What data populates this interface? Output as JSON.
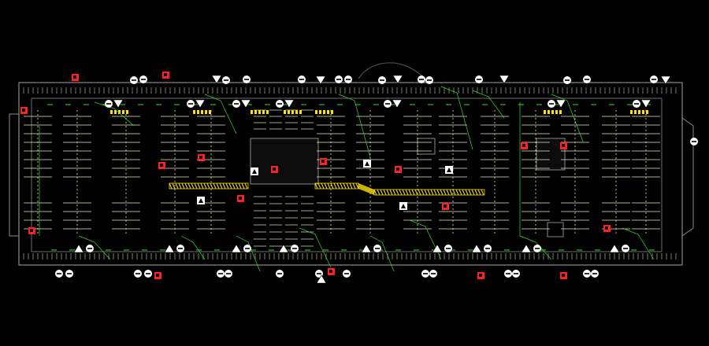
{
  "drawing": {
    "type": "parking-garage-plan",
    "background": "#000000",
    "colors": {
      "outline": "#8a8a8a",
      "stall": "#e8e8c8",
      "route": "#ffe000",
      "annotation": "#33dd33",
      "fire": "#ff2020",
      "sign_white": "#ffffff",
      "sign_text": "#000000"
    },
    "parking_rows": 14,
    "stalls_per_bay": 9,
    "top_sign_count": 20,
    "bottom_sign_count": 22
  }
}
